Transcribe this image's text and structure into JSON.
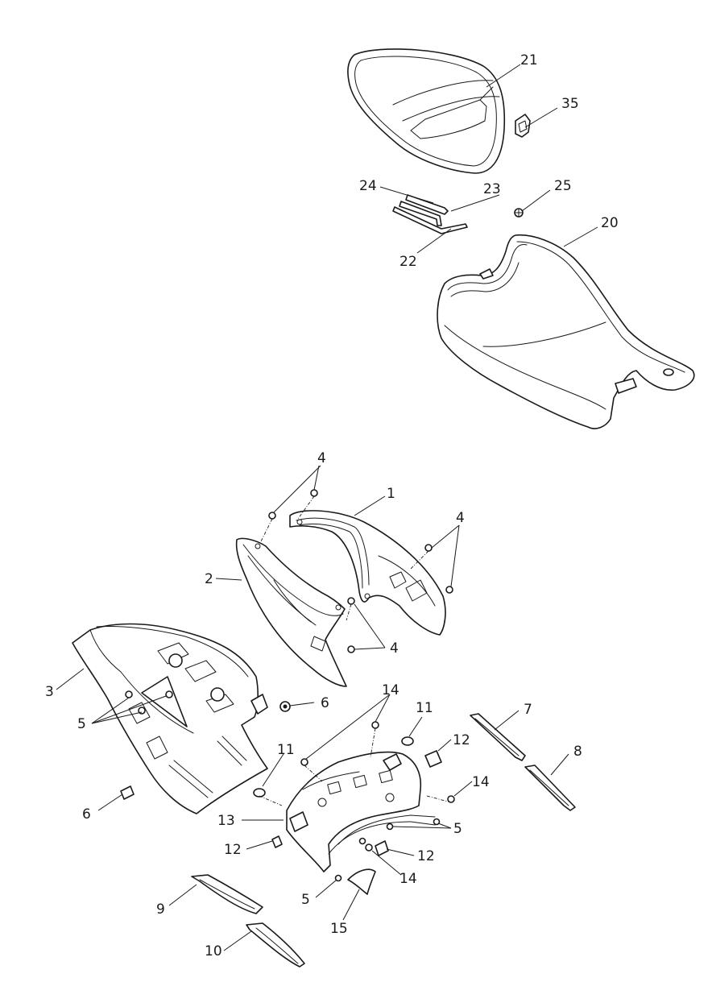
{
  "callouts": [
    {
      "id": "c21a",
      "text": "21"
    },
    {
      "id": "c35a",
      "text": "35"
    },
    {
      "id": "c24a",
      "text": "24"
    },
    {
      "id": "c23a",
      "text": "23"
    },
    {
      "id": "c25a",
      "text": "25"
    },
    {
      "id": "c20a",
      "text": "20"
    },
    {
      "id": "c22a",
      "text": "22"
    },
    {
      "id": "c4a",
      "text": "4"
    },
    {
      "id": "c1a",
      "text": "1"
    },
    {
      "id": "c4b",
      "text": "4"
    },
    {
      "id": "c2a",
      "text": "2"
    },
    {
      "id": "c4c",
      "text": "4"
    },
    {
      "id": "c3a",
      "text": "3"
    },
    {
      "id": "c14a",
      "text": "14"
    },
    {
      "id": "c6a",
      "text": "6"
    },
    {
      "id": "c5a",
      "text": "5"
    },
    {
      "id": "c11a",
      "text": "11"
    },
    {
      "id": "c7a",
      "text": "7"
    },
    {
      "id": "c12a",
      "text": "12"
    },
    {
      "id": "c8a",
      "text": "8"
    },
    {
      "id": "c11b",
      "text": "11"
    },
    {
      "id": "c14b",
      "text": "14"
    },
    {
      "id": "c6b",
      "text": "6"
    },
    {
      "id": "c13a",
      "text": "13"
    },
    {
      "id": "c5b",
      "text": "5"
    },
    {
      "id": "c12b",
      "text": "12"
    },
    {
      "id": "c12c",
      "text": "12"
    },
    {
      "id": "c14c",
      "text": "14"
    },
    {
      "id": "c5c",
      "text": "5"
    },
    {
      "id": "c9a",
      "text": "9"
    },
    {
      "id": "c15a",
      "text": "15"
    },
    {
      "id": "c10a",
      "text": "10"
    }
  ]
}
